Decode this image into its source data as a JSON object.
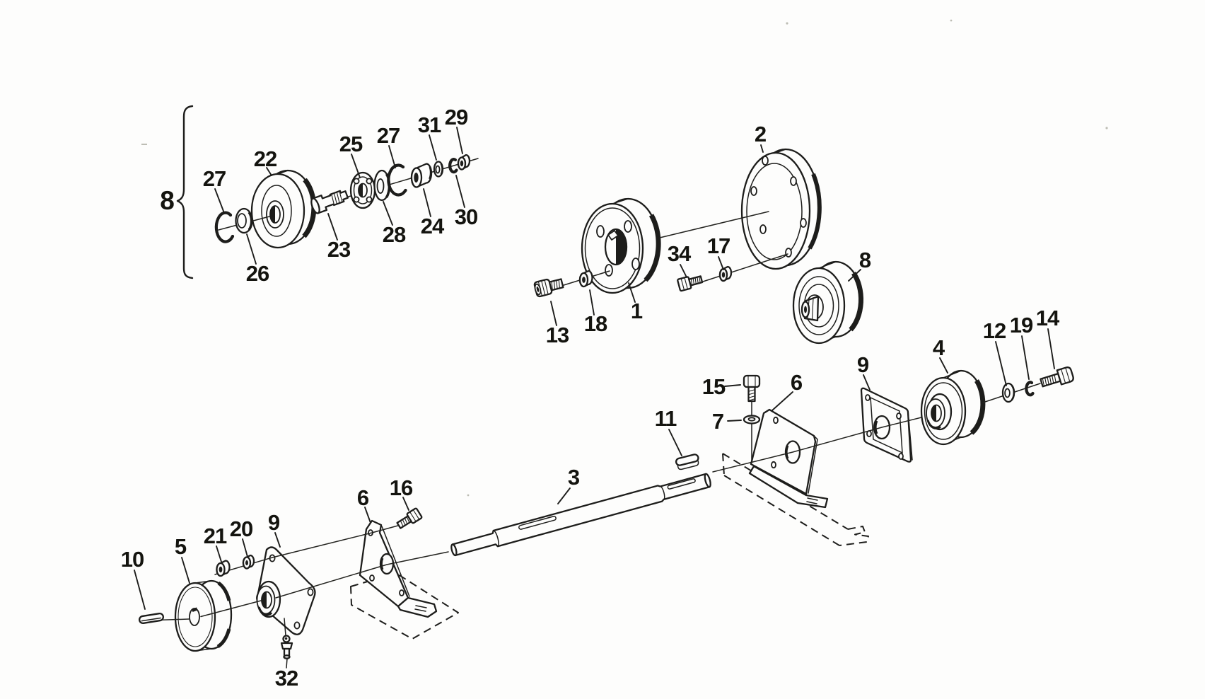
{
  "diagram": {
    "kind": "exploded-view-parts-diagram",
    "subject": "shaft, pulleys and bearing supports"
  },
  "palette": {
    "paper": "#fdfdfc",
    "ink": "#1d1d1b"
  },
  "callouts": [
    {
      "label": "8",
      "target": "pulley-sub-assembly-group"
    },
    {
      "label": "27",
      "target": "retaining-ring-outer"
    },
    {
      "label": "22",
      "target": "idler-pulley"
    },
    {
      "label": "25",
      "target": "ball-bearing"
    },
    {
      "label": "27",
      "target": "retaining-ring-inner"
    },
    {
      "label": "31",
      "target": "small-washer"
    },
    {
      "label": "29",
      "target": "small-nut"
    },
    {
      "label": "26",
      "target": "washer"
    },
    {
      "label": "23",
      "target": "stub-shaft"
    },
    {
      "label": "28",
      "target": "bearing-washer"
    },
    {
      "label": "24",
      "target": "spacer-bushing"
    },
    {
      "label": "30",
      "target": "lock-washer"
    },
    {
      "label": "13",
      "target": "socket-head-screw"
    },
    {
      "label": "18",
      "target": "nut"
    },
    {
      "label": "1",
      "target": "hub-flange"
    },
    {
      "label": "34",
      "target": "hex-bolt"
    },
    {
      "label": "17",
      "target": "nut"
    },
    {
      "label": "2",
      "target": "cover-flange-plate"
    },
    {
      "label": "8",
      "target": "idler-pulley-assembly"
    },
    {
      "label": "9",
      "target": "bearing-plate-right"
    },
    {
      "label": "6",
      "target": "support-bracket-right"
    },
    {
      "label": "4",
      "target": "pulley-right"
    },
    {
      "label": "12",
      "target": "washer"
    },
    {
      "label": "19",
      "target": "lock-washer"
    },
    {
      "label": "14",
      "target": "hex-bolt"
    },
    {
      "label": "15",
      "target": "hex-bolt-vertical"
    },
    {
      "label": "7",
      "target": "washer"
    },
    {
      "label": "11",
      "target": "shaft-key-right"
    },
    {
      "label": "3",
      "target": "drive-shaft"
    },
    {
      "label": "16",
      "target": "hex-bolt"
    },
    {
      "label": "6",
      "target": "support-bracket-left"
    },
    {
      "label": "10",
      "target": "shaft-key-left"
    },
    {
      "label": "5",
      "target": "pulley-left"
    },
    {
      "label": "21",
      "target": "nut"
    },
    {
      "label": "20",
      "target": "washer"
    },
    {
      "label": "9",
      "target": "bearing-housing-left"
    },
    {
      "label": "32",
      "target": "grease-fitting"
    }
  ]
}
